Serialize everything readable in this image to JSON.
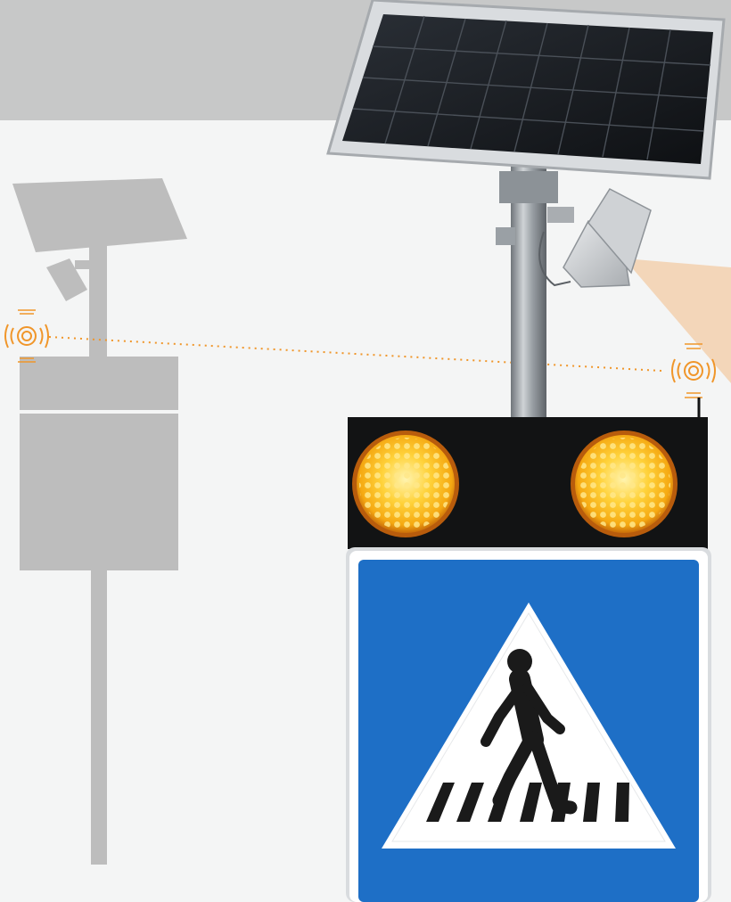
{
  "scene": {
    "subject": "solar-powered-pedestrian-crossing-beacon",
    "colors": {
      "background": "#f4f5f5",
      "top_band": "#c7c8c8",
      "silhouette": "#bdbdbd",
      "wireless_link": "#f0962a",
      "camera_cone": "#f3d3b2",
      "sign_blue": "#1e6fc6",
      "sign_white": "#ffffff",
      "lamp_amber": "#ffc21a",
      "solar_panel": "#1a1d22",
      "frame_silver": "#d9dcdf",
      "pole_steel": "#9da3a8"
    },
    "icons": [
      "ghost-beacon-silhouette",
      "wireless-signal-icon-left",
      "wireless-signal-icon-right",
      "solar-panel",
      "camera",
      "flashing-amber-lamp-left",
      "flashing-amber-lamp-right",
      "pedestrian-crossing-sign",
      "pedestrian-icon",
      "zebra-crossing-stripes"
    ]
  }
}
